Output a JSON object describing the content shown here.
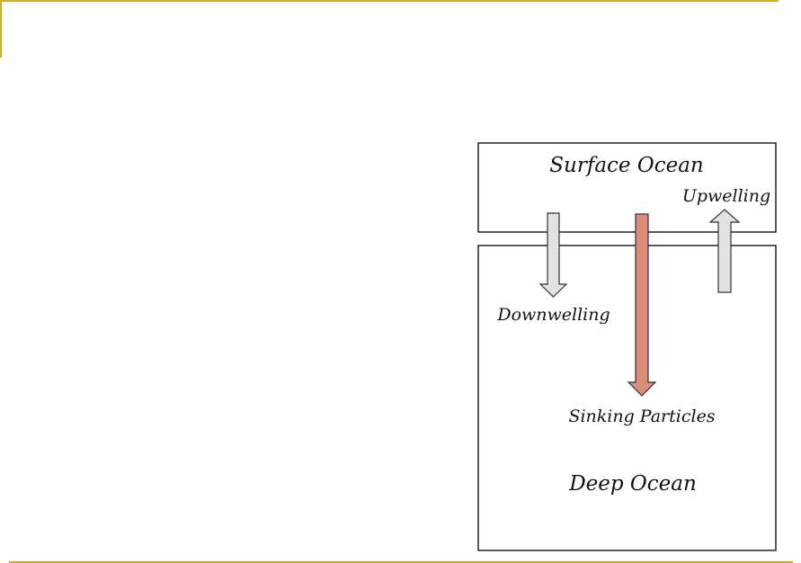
{
  "diagram": {
    "surface_label": "Surface Ocean",
    "deep_label": "Deep Ocean",
    "upwelling_label": "Upwelling",
    "downwelling_label": "Downwelling",
    "sinking_label": "Sinking Particles"
  },
  "colors": {
    "accent_rule": "#d4aa2a",
    "box_stroke": "#222222",
    "arrow_grey": "#e2e2e2",
    "arrow_sinking": "#d98c77",
    "arrow_stroke": "#333333"
  }
}
